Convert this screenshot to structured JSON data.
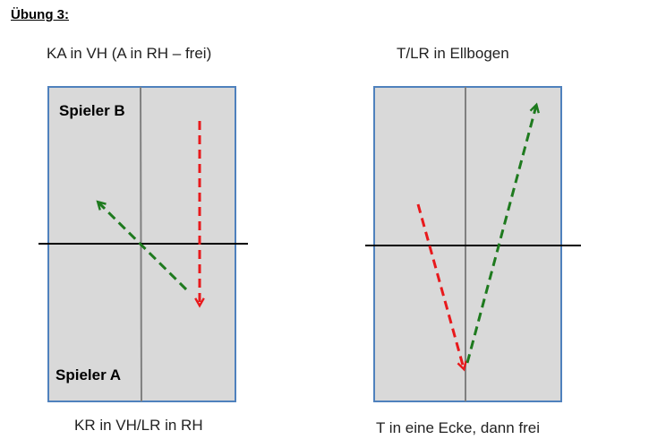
{
  "title": "Übung 3:",
  "left": {
    "caption_top": "KA in VH (A in RH – frei)",
    "caption_bottom": "KR in VH/LR in RH",
    "player_top": "Spieler B",
    "player_bottom": "Spieler A"
  },
  "right": {
    "caption_top": "T/LR in Ellbogen",
    "caption_bottom": "T in eine Ecke, dann frei"
  },
  "colors": {
    "table_fill": "#d9d9d9",
    "table_border": "#4f81bd",
    "center_line": "#808080",
    "net": "#000000",
    "serve_arrow": "#e8191c",
    "return_arrow": "#1e7a1e"
  }
}
